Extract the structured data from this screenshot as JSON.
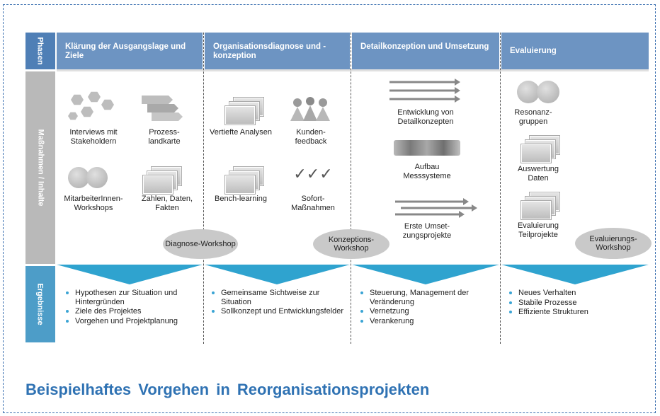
{
  "side_labels": {
    "phases": "Phasen",
    "activities": "Maßnahmen / Inhalte",
    "results": "Ergebnisse"
  },
  "phases": [
    {
      "label": "Klärung der Ausgangslage und Ziele"
    },
    {
      "label": "Organisationsdiagnose und -konzeption"
    },
    {
      "label": "Detailkonzeption und Umsetzung"
    },
    {
      "label": "Evaluierung"
    }
  ],
  "items": {
    "interviews": "Interviews mit Stakeholdern",
    "prozesslandkarte": "Prozess-landkarte",
    "mitarbeiter": "MitarbeiterInnen-Workshops",
    "zahlen": "Zahlen, Daten, Fakten",
    "vertiefte": "Vertiefte Analysen",
    "kunden": "Kunden-feedback",
    "bench": "Bench-learning",
    "sofort": "Sofort-Maßnahmen",
    "entwicklung": "Entwicklung von Detailkonzepten",
    "aufbau": "Aufbau Messsysteme",
    "erste": "Erste Umset-zungsprojekte",
    "resonanz": "Resonanz-gruppen",
    "auswertung": "Auswertung Daten",
    "evaluierung_tp": "Evaluierung Teilprojekte",
    "ticks": "✓✓✓"
  },
  "workshops": {
    "diagnose": "Diagnose-Workshop",
    "konzeption": "Konzeptions-Workshop",
    "evaluierung": "Evaluierungs-Workshop"
  },
  "results": [
    [
      "Hypothesen zur Situation und Hintergründen",
      "Ziele des Projektes",
      "Vorgehen und Projektplanung"
    ],
    [
      "Gemeinsame Sichtweise zur Situation",
      "Sollkonzept und Entwicklungsfelder"
    ],
    [
      "Steuerung, Management der Veränderung",
      "Vernetzung",
      "Verankerung"
    ],
    [
      "Neues Verhalten",
      "Stabile Prozesse",
      "Effiziente Strukturen"
    ]
  ],
  "title": "Beispielhaftes Vorgehen in Reorganisationsprojekten",
  "colors": {
    "phase": "#6d94c2",
    "side_phase": "#4f7fb6",
    "side_results": "#4d9dc8",
    "arrow": "#2fa3cf",
    "title": "#2f72b3"
  }
}
